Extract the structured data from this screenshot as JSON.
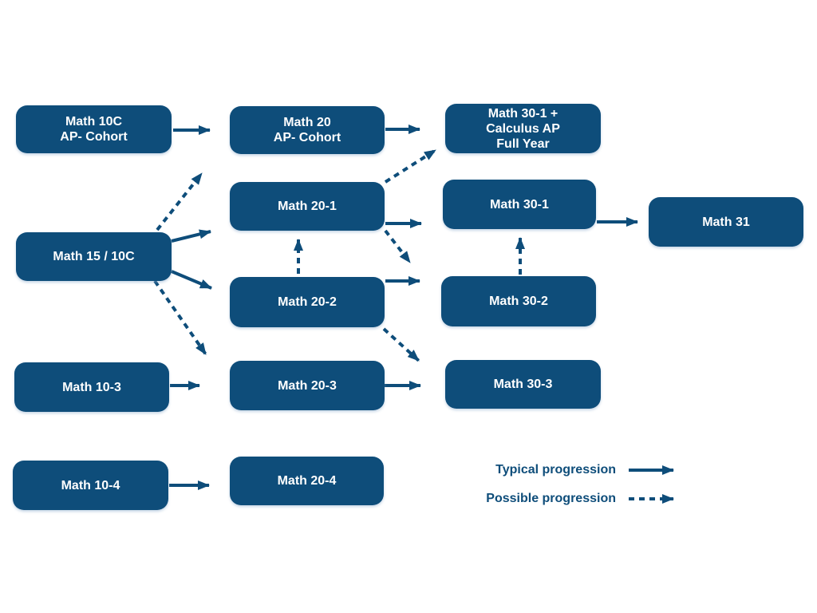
{
  "colors": {
    "primary": "#0E4D7A",
    "box_text": "#FFFFFF",
    "background": "#FFFFFF"
  },
  "diagram": {
    "nodes": [
      {
        "id": "math-10c-ap",
        "label": "Math 10C\nAP- Cohort"
      },
      {
        "id": "math-20-ap",
        "label": "Math 20\nAP- Cohort"
      },
      {
        "id": "math-30-1-calc",
        "label": "Math 30-1 +\nCalculus AP\nFull Year"
      },
      {
        "id": "math-15-10c",
        "label": "Math 15 / 10C"
      },
      {
        "id": "math-20-1",
        "label": "Math 20-1"
      },
      {
        "id": "math-30-1",
        "label": "Math 30-1"
      },
      {
        "id": "math-31",
        "label": "Math 31"
      },
      {
        "id": "math-20-2",
        "label": "Math 20-2"
      },
      {
        "id": "math-30-2",
        "label": "Math 30-2"
      },
      {
        "id": "math-10-3",
        "label": "Math 10-3"
      },
      {
        "id": "math-20-3",
        "label": "Math 20-3"
      },
      {
        "id": "math-30-3",
        "label": "Math 30-3"
      },
      {
        "id": "math-10-4",
        "label": "Math 10-4"
      },
      {
        "id": "math-20-4",
        "label": "Math 20-4"
      }
    ],
    "edges": [
      {
        "from": "math-10c-ap",
        "to": "math-20-ap",
        "type": "typical"
      },
      {
        "from": "math-20-ap",
        "to": "math-30-1-calc",
        "type": "typical"
      },
      {
        "from": "math-15-10c",
        "to": "math-20-ap",
        "type": "possible"
      },
      {
        "from": "math-15-10c",
        "to": "math-20-1",
        "type": "typical"
      },
      {
        "from": "math-15-10c",
        "to": "math-20-2",
        "type": "typical"
      },
      {
        "from": "math-15-10c",
        "to": "math-20-3",
        "type": "possible"
      },
      {
        "from": "math-20-1",
        "to": "math-30-1-calc",
        "type": "possible"
      },
      {
        "from": "math-20-1",
        "to": "math-30-1",
        "type": "typical"
      },
      {
        "from": "math-20-1",
        "to": "math-30-2",
        "type": "possible"
      },
      {
        "from": "math-20-2",
        "to": "math-20-1",
        "type": "possible"
      },
      {
        "from": "math-20-2",
        "to": "math-30-2",
        "type": "typical"
      },
      {
        "from": "math-20-2",
        "to": "math-30-3",
        "type": "possible"
      },
      {
        "from": "math-10-3",
        "to": "math-20-3",
        "type": "typical"
      },
      {
        "from": "math-20-3",
        "to": "math-30-3",
        "type": "typical"
      },
      {
        "from": "math-30-2",
        "to": "math-30-1",
        "type": "possible"
      },
      {
        "from": "math-30-1",
        "to": "math-31",
        "type": "typical"
      },
      {
        "from": "math-10-4",
        "to": "math-20-4",
        "type": "typical"
      }
    ],
    "legend": [
      {
        "label": "Typical progression",
        "type": "typical"
      },
      {
        "label": "Possible progression",
        "type": "possible"
      }
    ]
  }
}
